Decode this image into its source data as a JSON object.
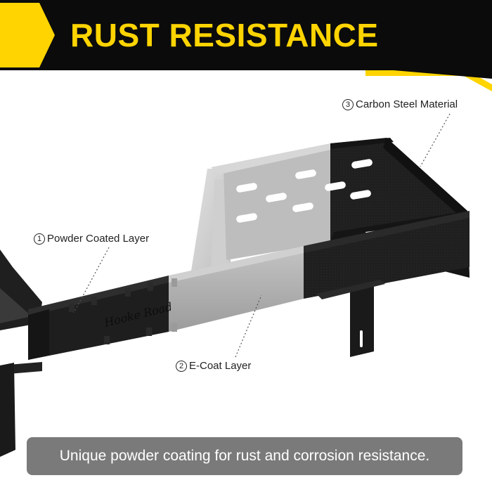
{
  "header": {
    "title": "RUST RESISTANCE"
  },
  "callouts": [
    {
      "number": "1",
      "label": "Powder Coated Layer"
    },
    {
      "number": "2",
      "label": "E-Coat Layer"
    },
    {
      "number": "3",
      "label": "Carbon Steel Material"
    }
  ],
  "banner": {
    "text": "Unique powder coating for rust and corrosion resistance."
  },
  "logo_text": "Hooke Road",
  "colors": {
    "header_bg": "#0b0b0b",
    "accent_yellow": "#ffd400",
    "banner_bg": "#7a7a7a",
    "powder_coat": "#1c1c1c",
    "e_coat": "#a9a9a9",
    "carbon_steel": "#d8d8d8"
  }
}
